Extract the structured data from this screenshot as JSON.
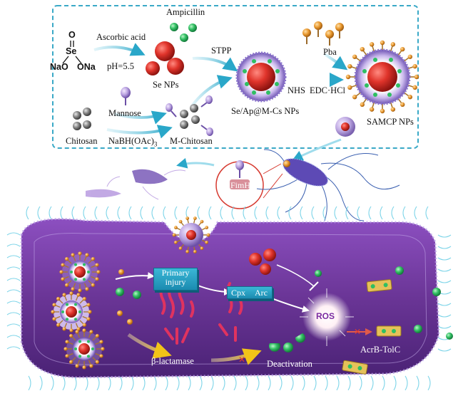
{
  "figure": {
    "selenite_formula": {
      "o": "O",
      "se": "Se",
      "nao": "NaO",
      "ona": "ONa"
    },
    "step_labels": {
      "ascorbic_acid": "Ascorbic acid",
      "ph": "pH=5.5",
      "ampicillin": "Ampicillin",
      "stpp": "STPP",
      "se_nps": "Se NPs",
      "mannose": "Mannose",
      "chitosan": "Chitosan",
      "nabh_prefix": "NaBH(OAc)",
      "nabh_sub": "3",
      "m_chitosan": "M-Chitosan",
      "nhs": "NHS",
      "se_ap_m_cs": "Se/Ap@M-Cs NPs",
      "edc": "EDC·HCl",
      "pba": "Pba",
      "samcp": "SAMCP NPs"
    },
    "bacteria_labels": {
      "fimh": "FimH",
      "primary_injury_line1": "Primary",
      "primary_injury_line2": "injury",
      "cpx": "Cpx",
      "arc": "Arc",
      "ros": "ROS",
      "beta_lactamase": "β-lactamase",
      "deactivation": "Deactivation",
      "acrb_tolc": "AcrB-TolC"
    },
    "colors": {
      "dashed_border": "#3aa9c7",
      "arrow": "#34b3d0",
      "se_red": "#d8322b",
      "cell_purple": "#6a3a9a",
      "pba_orange": "#e59a3c",
      "amp_green": "#2fbf62",
      "yellow_arrow": "#f2c318"
    }
  }
}
